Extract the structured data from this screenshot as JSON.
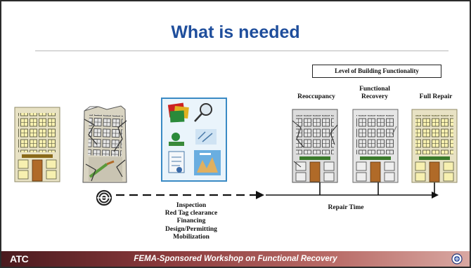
{
  "slide": {
    "title": "What is needed",
    "level_box": "Level of Building Functionality",
    "stages": [
      {
        "label": "Reoccupancy"
      },
      {
        "label": "Functional Recovery"
      },
      {
        "label": "Full Repair"
      }
    ],
    "steps": [
      "Inspection",
      "Red Tag clearance",
      "Financing",
      "Design/Permitting",
      "Mobilization"
    ],
    "repair_time_label": "Repair Time",
    "icons": [
      "building-undamaged-icon",
      "building-damaged-icon",
      "documents-collage-icon",
      "earthquake-spiral-icon",
      "seal-icon"
    ],
    "colors": {
      "title": "#1f4e9c",
      "footer_dark": "#4a1a1e",
      "footer_light": "#d9a8a2",
      "building": "#e8e2c4",
      "window": "#f7f0b0",
      "door": "#b06a28"
    }
  },
  "footer": {
    "logo": "ATC",
    "text": "FEMA-Sponsored Workshop on Functional Recovery"
  }
}
